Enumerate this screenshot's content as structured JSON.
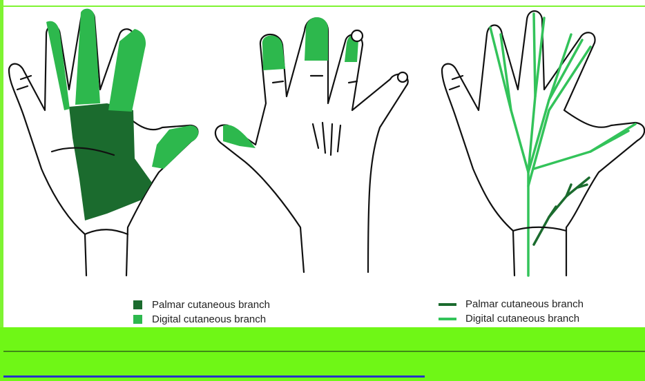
{
  "legend_left": {
    "items": [
      {
        "label": "Palmar cutaneous branch",
        "color": "#1b6b2e"
      },
      {
        "label": "Digital cutaneous branch",
        "color": "#2db84d"
      }
    ]
  },
  "legend_right": {
    "items": [
      {
        "label": "Palmar cutaneous branch",
        "color": "#1b6b2e"
      },
      {
        "label": "Digital cutaneous branch",
        "color": "#2db84d"
      }
    ]
  },
  "colors": {
    "palmar_dark": "#1b6b2e",
    "digital_light": "#2db84d",
    "nerve_line": "#33c35a",
    "band_green": "#6ff716",
    "outline": "#111111"
  }
}
